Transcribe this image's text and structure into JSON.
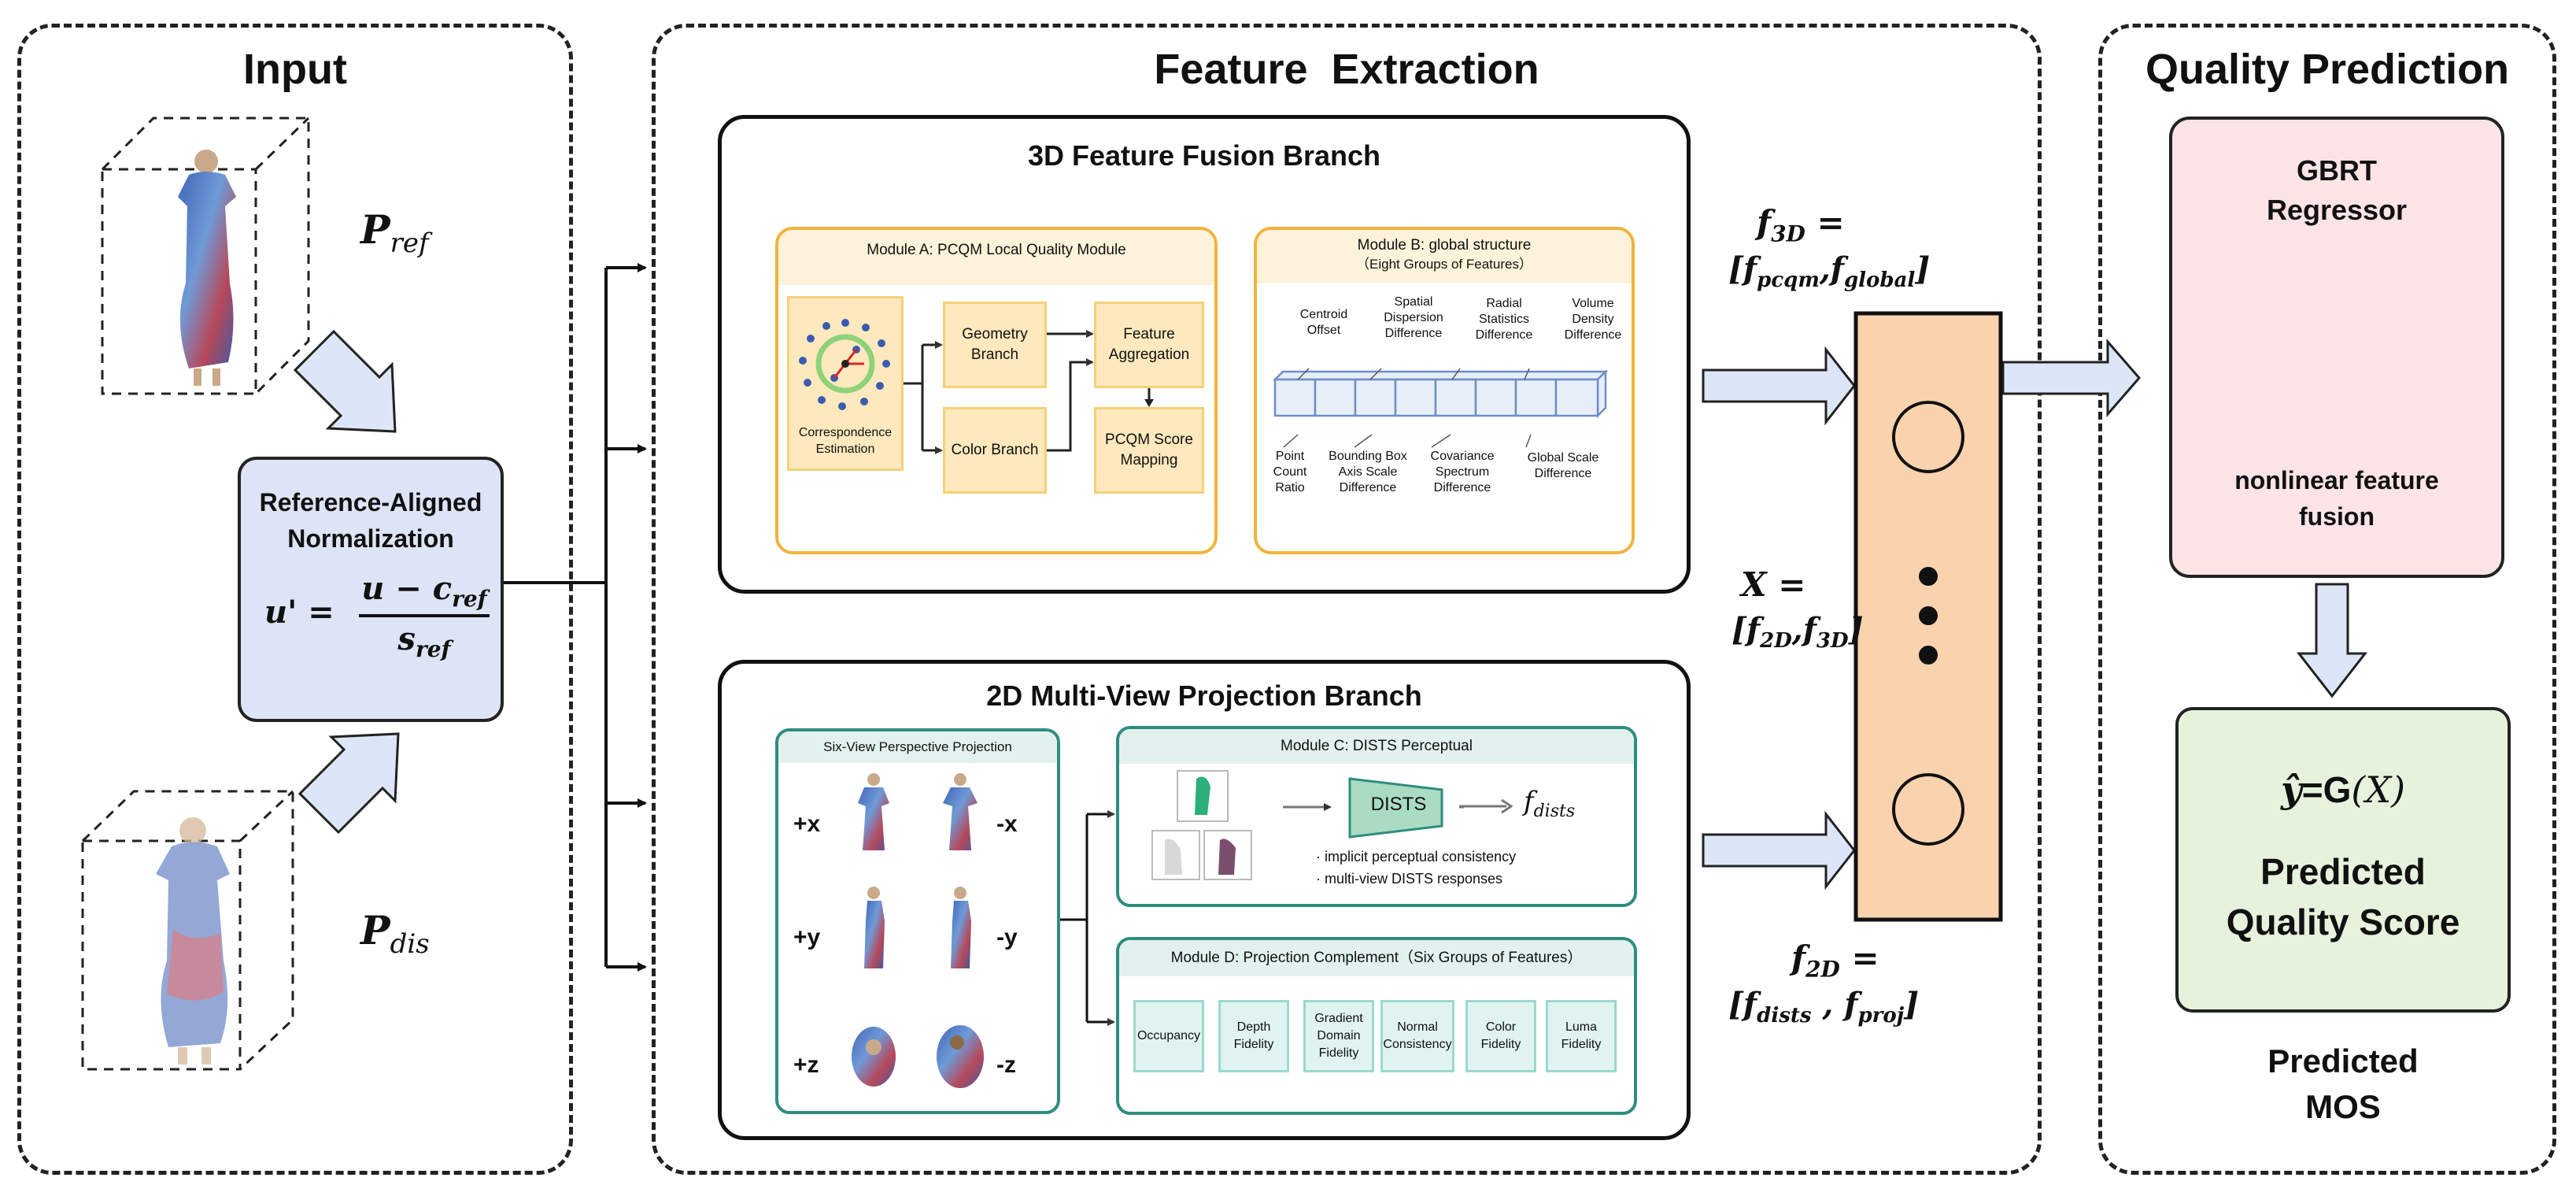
{
  "panels": {
    "input": "Input",
    "feature": "Feature  Extraction",
    "quality": "Quality Prediction"
  },
  "input": {
    "p_ref_main": "P",
    "p_ref_sub": "ref",
    "p_dis_main": "P",
    "p_dis_sub": "dis",
    "norm_title_1": "Reference-Aligned",
    "norm_title_2": "Normalization",
    "norm_lhs": "u' =",
    "norm_num_u": "u − c",
    "norm_num_sub": "ref",
    "norm_den_s": "s",
    "norm_den_sub": "ref"
  },
  "branch3d": {
    "title": "3D Feature Fusion Branch",
    "moduleA": {
      "title": "Module A: PCQM Local Quality Module",
      "correspondence": "Correspondence Estimation",
      "geometry": "Geometry Branch",
      "color": "Color Branch",
      "aggregation": "Feature Aggregation",
      "mapping": "PCQM Score Mapping"
    },
    "moduleB": {
      "title_1": "Module B: global structure",
      "title_2": "（Eight Groups of Features）",
      "top_labels": [
        "Centroid Offset",
        "Spatial Dispersion Difference",
        "Radial Statistics Difference",
        "Volume Density Difference"
      ],
      "bottom_labels": [
        "Point Count Ratio",
        "Bounding Box Axis Scale Difference",
        "Covariance Spectrum Difference",
        "Global Scale Difference"
      ]
    }
  },
  "branch2d": {
    "title": "2D Multi-View Projection Branch",
    "six_view_title": "Six-View Perspective Projection",
    "views": [
      "+x",
      "-x",
      "+y",
      "-y",
      "+z",
      "-z"
    ],
    "moduleC": {
      "title": "Module C: DISTS Perceptual",
      "dists": "DISTS",
      "out_main": "f",
      "out_sub": "dists",
      "bullet_1": "· implicit perceptual consistency",
      "bullet_2": "· multi-view DISTS responses"
    },
    "moduleD": {
      "title": "Module D: Projection Complement（Six Groups of Features）",
      "features": [
        "Occupancy",
        "Depth Fidelity",
        "Gradient Domain Fidelity",
        "Normal Consistency",
        "Color Fidelity",
        "Luma Fidelity"
      ]
    }
  },
  "formulas": {
    "f3d_lhs": "f",
    "f3d_lhs_sub": "3D",
    "f3d_rhs_open": "[f",
    "f3d_rhs_sub1": "pcqm",
    "f3d_rhs_mid": ",f",
    "f3d_rhs_sub2": "global",
    "f3d_rhs_close": "]",
    "x_lhs": "X =",
    "x_rhs_open": "[f",
    "x_rhs_sub1": "2D",
    "x_rhs_mid": ",f",
    "x_rhs_sub2": "3D",
    "x_rhs_close": "]",
    "f2d_lhs": "f",
    "f2d_lhs_sub": "2D",
    "f2d_rhs_open": "[f",
    "f2d_rhs_sub1": "dists",
    "f2d_rhs_mid": " , f",
    "f2d_rhs_sub2": "proj",
    "f2d_rhs_close": "]",
    "equals": "="
  },
  "quality": {
    "gbrt_1": "GBRT",
    "gbrt_2": "Regressor",
    "fusion_1": "nonlinear feature",
    "fusion_2": "fusion",
    "yhat": "ŷ",
    "eq": "=G",
    "x": "(X)",
    "score_1": "Predicted",
    "score_2": "Quality Score",
    "mos_1": "Predicted",
    "mos_2": "MOS"
  },
  "colors": {
    "norm_fill": "#dce4f5",
    "gbrt_fill": "#fbe3e6",
    "score_fill": "#e6f2dc",
    "vector_fill": "#f9d2ae",
    "arrow_fill": "#dde6f7",
    "tree_dark": "#13504c",
    "tree_mid": "#1e8a86",
    "tree_leaf": "#8bc34a"
  }
}
